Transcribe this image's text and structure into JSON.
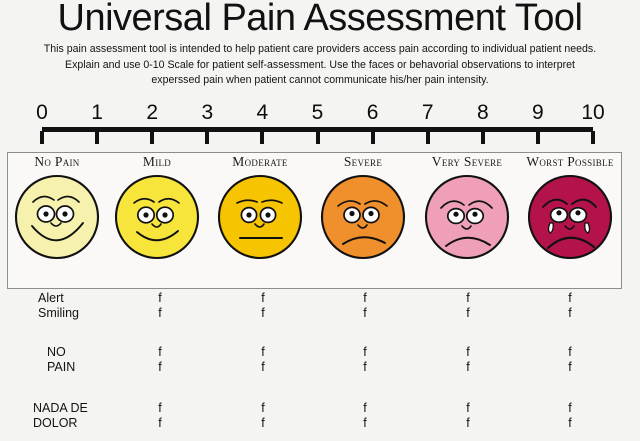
{
  "title": "Universal Pain Assessment Tool",
  "intro": [
    "This pain assessment tool is intended to help patient care providers access pain according to individual patient needs.",
    "Explain and use 0-10 Scale for patient self-assessment.   Use the faces or behavorial observations to interpret",
    "experssed pain when patient cannot communicate his/her pain intensity."
  ],
  "scale": {
    "numbers": [
      "0",
      "1",
      "2",
      "3",
      "4",
      "5",
      "6",
      "7",
      "8",
      "9",
      "10"
    ]
  },
  "faces": [
    {
      "label": "No Pain",
      "color": "#f6f2ae",
      "expression": "big-smile",
      "icon": "face-no-pain-icon"
    },
    {
      "label": "Mild",
      "color": "#f7e53c",
      "expression": "smile",
      "icon": "face-mild-icon"
    },
    {
      "label": "Moderate",
      "color": "#f6c400",
      "expression": "neutral",
      "icon": "face-moderate-icon"
    },
    {
      "label": "Severe",
      "color": "#f0902c",
      "expression": "frown",
      "icon": "face-severe-icon"
    },
    {
      "label": "Very Severe",
      "color": "#efa0b8",
      "expression": "sad",
      "icon": "face-very-severe-icon"
    },
    {
      "label": "Worst Possible",
      "color": "#b4124a",
      "expression": "crying",
      "icon": "face-worst-possible-icon"
    }
  ],
  "behavior_rows": [
    {
      "label_line1": "Alert",
      "label_line2": "Smiling",
      "marks": [
        "f",
        "f",
        "f",
        "f",
        "f"
      ],
      "marks2": [
        "f",
        "f",
        "f",
        "f",
        "f"
      ]
    },
    {
      "label_line1": "NO",
      "label_line2": "PAIN",
      "marks": [
        "f",
        "f",
        "f",
        "f",
        "f"
      ],
      "marks2": [
        "f",
        "f",
        "f",
        "f",
        "f"
      ]
    },
    {
      "label_line1": "NADA DE",
      "label_line2": "DOLOR",
      "marks": [
        "f",
        "f",
        "f",
        "f",
        "f"
      ],
      "marks2": [
        "f",
        "f",
        "f",
        "f",
        "f"
      ]
    }
  ],
  "colors": {
    "background": "#f4f4f2",
    "box_border": "#8d8d8d",
    "text": "#141414",
    "bar": "#111111"
  }
}
